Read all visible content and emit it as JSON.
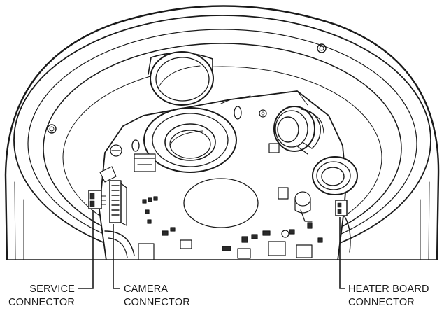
{
  "callouts": {
    "service": {
      "line1": "SERVICE",
      "line2": "CONNECTOR"
    },
    "camera": {
      "line1": "CAMERA",
      "line2": "CONNECTOR"
    },
    "heater": {
      "line1": "HEATER BOARD",
      "line2": "CONNECTOR"
    }
  },
  "colors": {
    "ink": "#1a1a1a",
    "background": "#ffffff",
    "component_fill": "#2a2a2a"
  }
}
